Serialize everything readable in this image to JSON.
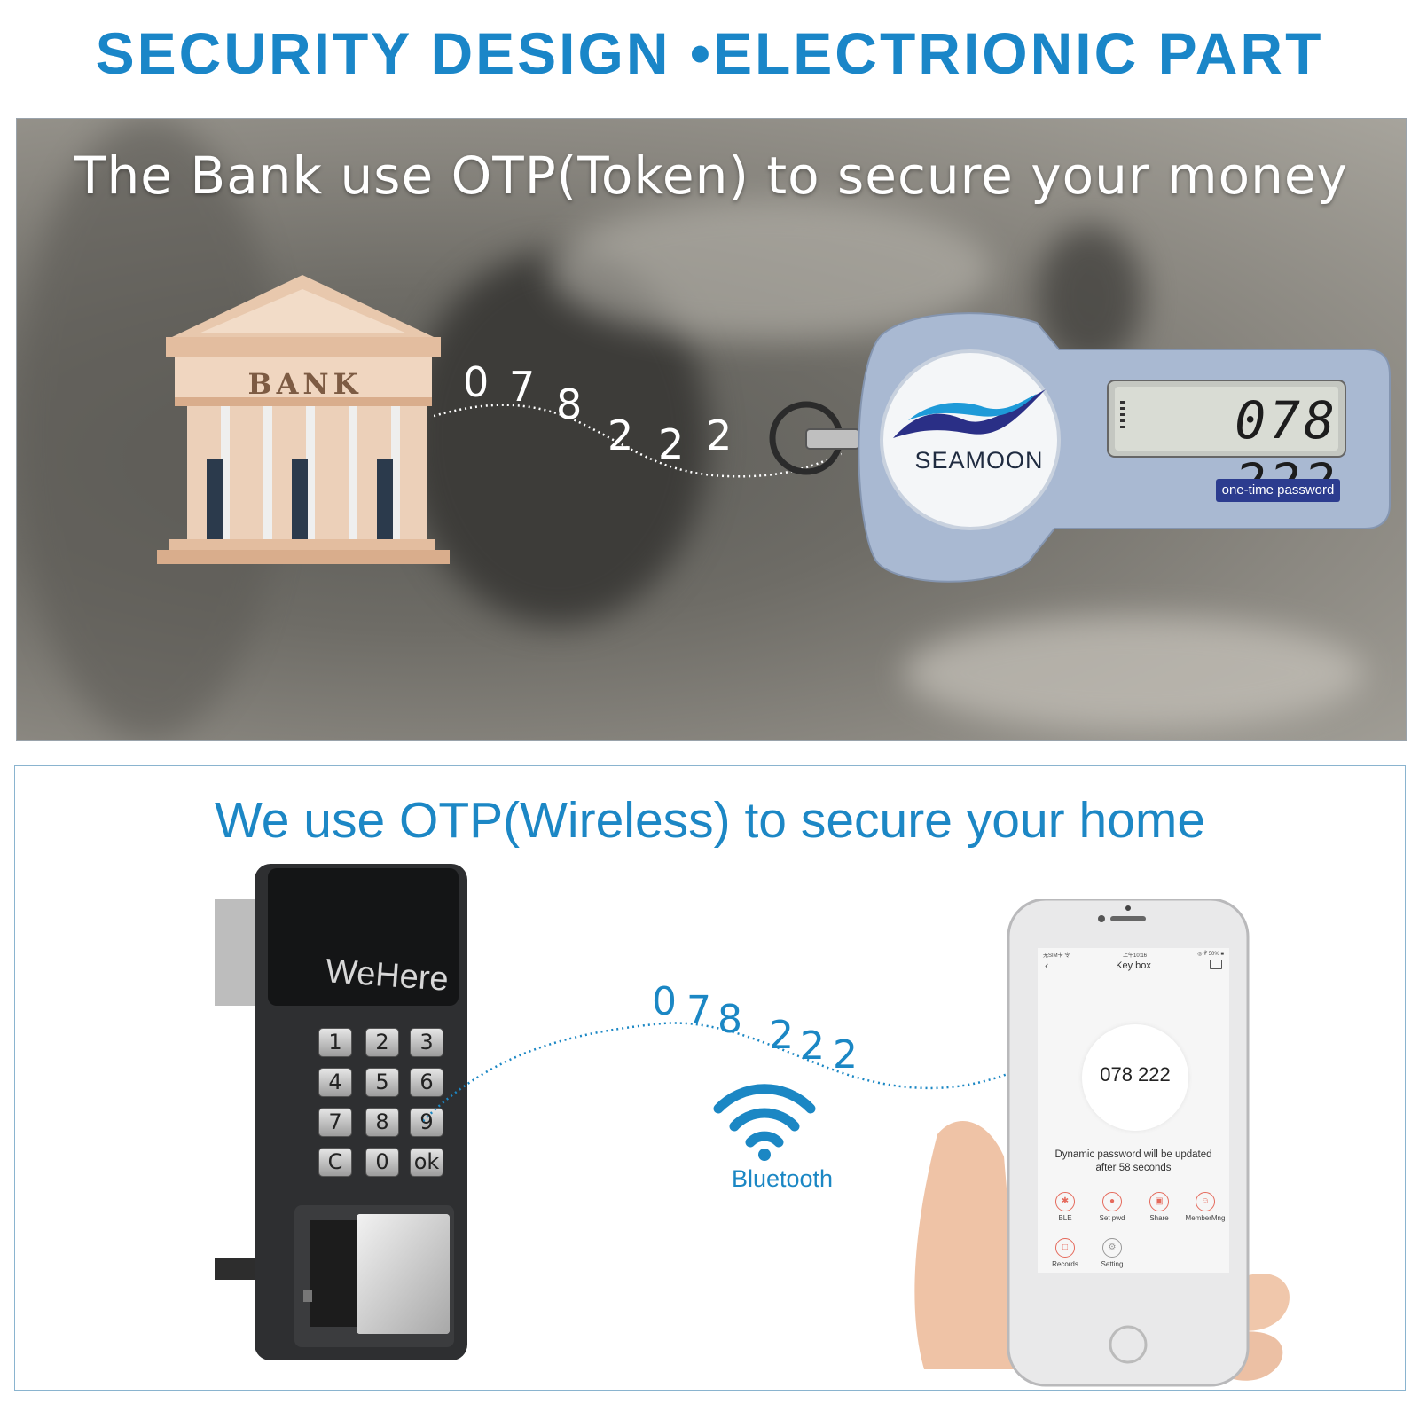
{
  "header": {
    "title": "SECURITY DESIGN  •ELECTRIONIC PART"
  },
  "bank_section": {
    "heading": "The Bank use OTP(Token) to secure your money",
    "bank_label": "BANK",
    "otp_digits": [
      "0",
      "7",
      "8",
      "2",
      "2",
      "2"
    ],
    "token": {
      "brand": "SEAMOON",
      "display": "078 222",
      "badge": "one-time password"
    }
  },
  "home_section": {
    "heading": "We use OTP(Wireless) to secure your home",
    "lock": {
      "brand": "WeHere",
      "keys": [
        "1",
        "2",
        "3",
        "4",
        "5",
        "6",
        "7",
        "8",
        "9",
        "C",
        "0",
        "ok"
      ]
    },
    "otp_digits": [
      "0",
      "7",
      "8",
      "2",
      "2",
      "2"
    ],
    "wireless_label": "Bluetooth",
    "phone_app": {
      "status_left": "无SIM卡 令",
      "status_center": "上午10:16",
      "status_right": "◎ ∜ 50% ■",
      "title": "Key box",
      "otp_code": "078 222",
      "note": "Dynamic password will be updated after 58 seconds",
      "actions": [
        {
          "label": "BLE",
          "icon": "bluetooth-icon"
        },
        {
          "label": "Set pwd",
          "icon": "lock-icon"
        },
        {
          "label": "Share",
          "icon": "share-icon"
        },
        {
          "label": "MemberMng",
          "icon": "member-icon"
        },
        {
          "label": "Records",
          "icon": "records-icon"
        },
        {
          "label": "Setting",
          "icon": "gear-icon"
        }
      ]
    }
  },
  "colors": {
    "accent": "#1a86c8",
    "bank": "#e6c1a6",
    "token": "#a7b7cf",
    "badge": "#2c3c8f"
  }
}
